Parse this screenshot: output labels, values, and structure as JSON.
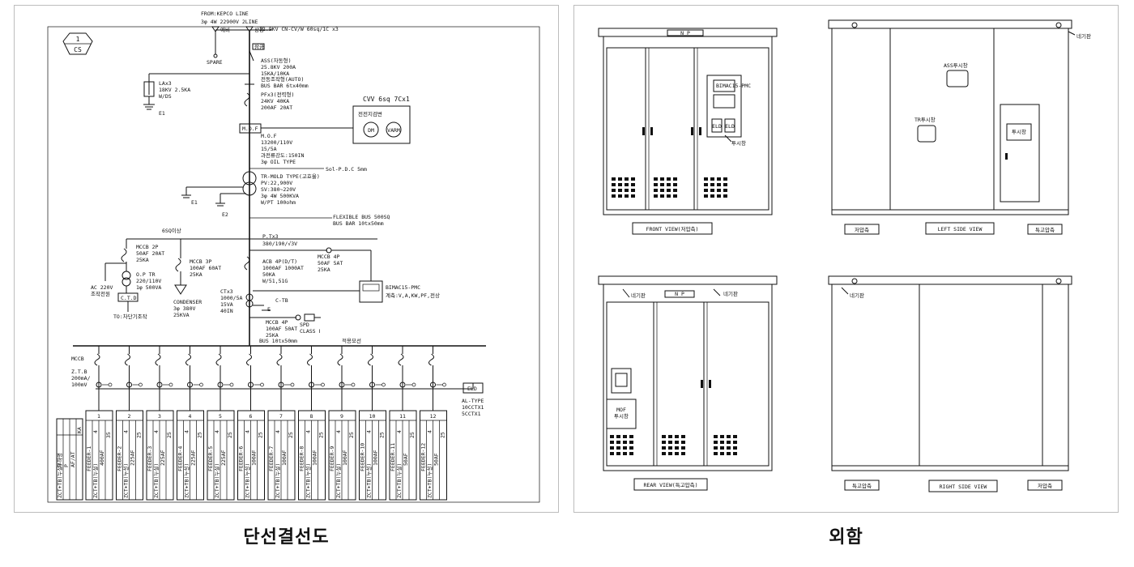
{
  "captions": {
    "left": "단선결선도",
    "right": "외함"
  },
  "sld": {
    "cs_num": "1",
    "cs_label": "CS",
    "source_line1": "FROM:KEPCO LINE",
    "source_line2": "3φ 4W 22900V 2LINE",
    "spare_tag": "예비",
    "live_tag": "상용",
    "cable_spec": "22.9KV CN-CV/W 60sq/1C x3",
    "spare": "SPARE",
    "interlock_tag": "잠금",
    "ass": [
      "ASS(자동형)",
      "25.8KV 200A",
      "15KA/10KA",
      "전동조작형(AUTO)"
    ],
    "bus_bar1": "BUS BAR 6tx40mm",
    "la": [
      "LAx3",
      "18KV 2.5KA",
      "W/DS"
    ],
    "e1": "E1",
    "pf": [
      "PFx3(전력형)",
      "24KV 40KA",
      "200AF 20AT"
    ],
    "mof_box": "M.O.F",
    "cvv": "CVV 6sq 7Cx1",
    "meter_box_title": "전전지검변",
    "dm": "DM",
    "varm": "VARM",
    "mof": [
      "M.O.F",
      "13200/110V",
      "15/5A",
      "과전류강도:150IN",
      "3φ OIL TYPE"
    ],
    "sol": "Sol-P.D.C 5mm",
    "tr": [
      "TR-MOLD TYPE(고효율)",
      "PV:22,900V",
      "SV:380~220V",
      "3φ 4W 500KVA",
      "W/PT 100ohm"
    ],
    "tr_e1": "E1",
    "tr_e2": "E2",
    "flex_bus": [
      "FLEXIBLE BUS 500SQ",
      "BUS BAR 10tx50mm"
    ],
    "sq6": "6SQ이상",
    "mccb2p": [
      "MCCB 2P",
      "50AF 20AT",
      "25KA"
    ],
    "ac": [
      "AC 220V",
      "조작전원"
    ],
    "optr": [
      "O.P TR",
      "220/110V",
      "1φ 500VA"
    ],
    "ctd": "C.T.D",
    "ctd_to": "TO:차단기조작",
    "mccb3p": [
      "MCCB 3P",
      "100AF 60AT",
      "25KA"
    ],
    "condenser": [
      "CONDENSER",
      "3φ 380V",
      "25KVA"
    ],
    "ptx": [
      "P.Tx3",
      "380/190/√3V"
    ],
    "acb": [
      "ACB 4P(D/T)",
      "1000AF 1000AT",
      "50KA",
      "W/51,51G"
    ],
    "mccb4p_a": [
      "MCCB 4P",
      "50AF 5AT",
      "25KA"
    ],
    "bimac": "BIMAC15-PMC",
    "bimac_sub": "계측:V,A,KW,PF,전상",
    "ctx": [
      "CTx3",
      "1000/5A",
      "15VA",
      "40IN"
    ],
    "ctb": "C-TB",
    "e_tag": "E",
    "mccb4p_b": [
      "MCCB 4P",
      "100AF 50AT",
      "25KA"
    ],
    "spd": [
      "SPD",
      "CLASS Ⅰ"
    ],
    "bus_main": "BUS 10tx50mm",
    "feeder_bus_tag": "적용모선",
    "mccb_left": "MCCB",
    "ztb": [
      "Z.T.B",
      "200mA/",
      "100mV"
    ],
    "eld": "ELD",
    "al_type": [
      "AL-TYPE",
      "10CCTX1",
      "5CCTX1"
    ],
    "legend_cols": [
      "KA",
      "AF/AT",
      "P",
      "부하명",
      "ZCT+TB(누설)"
    ],
    "feeders": [
      {
        "no": "1",
        "ka": "35",
        "af": "400AF",
        "p": "4",
        "name": "FEEDER-1",
        "zct": "ZCT+TB(누설)"
      },
      {
        "no": "2",
        "ka": "25",
        "af": "225AF",
        "p": "4",
        "name": "FEEDER-2",
        "zct": "ZCT+TB(누설)"
      },
      {
        "no": "3",
        "ka": "25",
        "af": "225AF",
        "p": "4",
        "name": "FEEDER-3",
        "zct": "ZCT+TB(누설)"
      },
      {
        "no": "4",
        "ka": "25",
        "af": "225AF",
        "p": "4",
        "name": "FEEDER-4",
        "zct": "ZCT+TB(누설)"
      },
      {
        "no": "5",
        "ka": "25",
        "af": "225AF",
        "p": "4",
        "name": "FEEDER-5",
        "zct": "ZCT+TB(누설)"
      },
      {
        "no": "6",
        "ka": "25",
        "af": "100AF",
        "p": "4",
        "name": "FEEDER-6",
        "zct": "ZCT+TB(누설)"
      },
      {
        "no": "7",
        "ka": "25",
        "af": "100AF",
        "p": "4",
        "name": "FEEDER-7",
        "zct": "ZCT+TB(누설)"
      },
      {
        "no": "8",
        "ka": "25",
        "af": "100AF",
        "p": "4",
        "name": "FEEDER-8",
        "zct": "ZCT+TB(누설)"
      },
      {
        "no": "9",
        "ka": "25",
        "af": "100AF",
        "p": "4",
        "name": "FEEDER-9",
        "zct": "ZCT+TB(누설)"
      },
      {
        "no": "10",
        "ka": "25",
        "af": "100AF",
        "p": "4",
        "name": "FEEDER-10",
        "zct": "ZCT+TB(누설)"
      },
      {
        "no": "11",
        "ka": "25",
        "af": "50AF",
        "p": "4",
        "name": "FEEDER-11",
        "zct": "ZCT+TB(누설)"
      },
      {
        "no": "12",
        "ka": "25",
        "af": "50AF",
        "p": "4",
        "name": "FEEDER-12",
        "zct": "ZCT+TB(누설)"
      }
    ]
  },
  "enclosure": {
    "np": "N P",
    "front_view": "FRONT VIEW(저압측)",
    "left_view": "LEFT SIDE VIEW",
    "rear_view": "REAR VIEW(특고압측)",
    "right_view": "RIGHT SIDE VIEW",
    "low_side": "저압측",
    "high_side": "특고압측",
    "nameplate": "네기판",
    "view_window": "투시창",
    "ass_window": "ASS투시창",
    "tr_window": "TR투시창",
    "eld_a": "ELD",
    "eld_b": "ELD",
    "bimac_label": "BIMAC15-PMC",
    "mof_window": "MOF",
    "mof_window_sub": "투시창",
    "door_window": "투시창"
  }
}
